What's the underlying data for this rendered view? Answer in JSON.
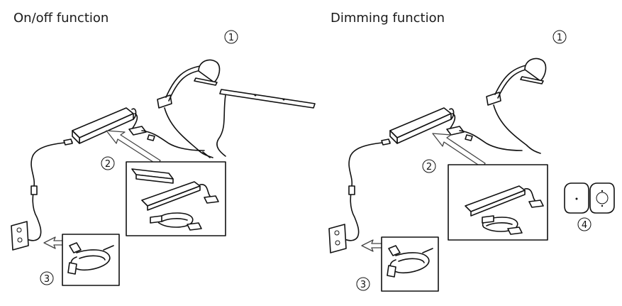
{
  "panels": [
    {
      "title": "On/off function",
      "callouts": [
        "1",
        "2",
        "3"
      ]
    },
    {
      "title": "Dimming function",
      "callouts": [
        "1",
        "2",
        "3",
        "4"
      ]
    }
  ],
  "icons": {
    "lamp": "wall-lamp-icon",
    "driver": "led-driver-icon",
    "plug": "power-plug-icon",
    "outlet": "wall-outlet-icon",
    "remote": "remote-dimmer-icon"
  }
}
